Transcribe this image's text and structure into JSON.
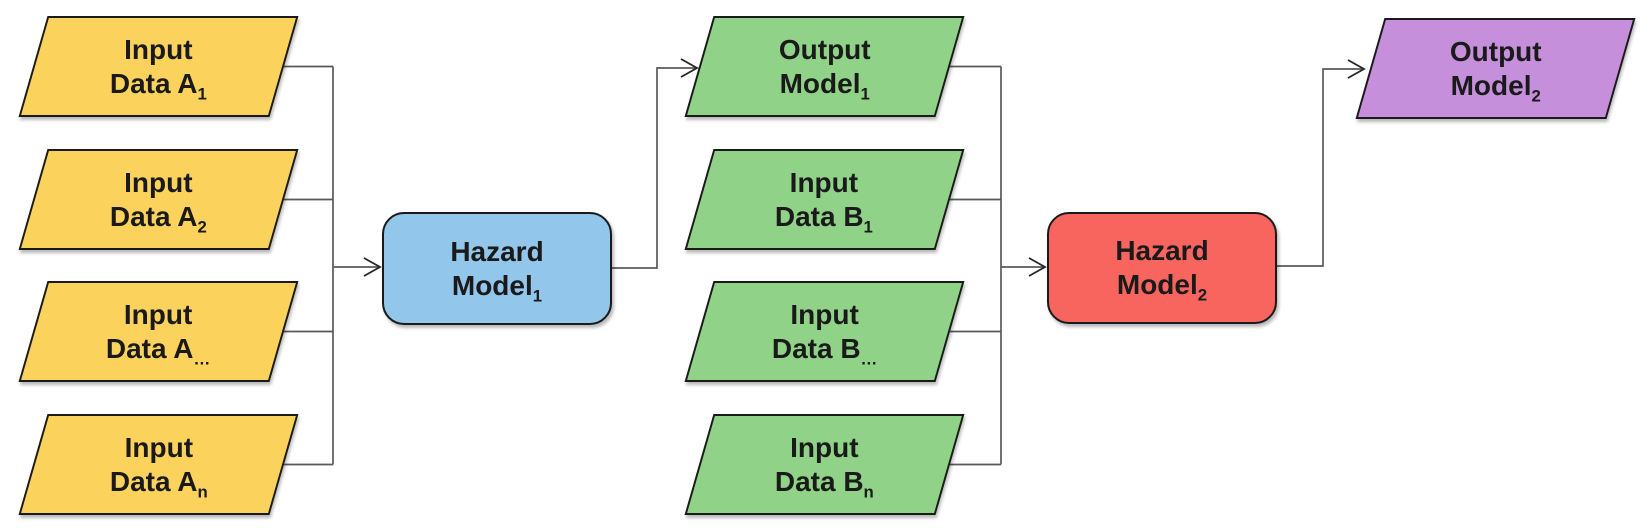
{
  "diagram": {
    "background_color": "#ffffff",
    "border_color": "#1a1a1a",
    "connector_color": "#595959",
    "arrowhead_color": "#262626",
    "text_color": "#1a1a1a",
    "nodes": [
      {
        "id": "input-data-a1",
        "shape": "parallelogram",
        "fill": "#FBD35C",
        "lines": [
          {
            "text": "Input",
            "sub": ""
          },
          {
            "text": "Data A",
            "sub": "1"
          }
        ]
      },
      {
        "id": "input-data-a2",
        "shape": "parallelogram",
        "fill": "#FBD35C",
        "lines": [
          {
            "text": "Input",
            "sub": ""
          },
          {
            "text": "Data A",
            "sub": "2"
          }
        ]
      },
      {
        "id": "input-data-a-ellipsis",
        "shape": "parallelogram",
        "fill": "#FBD35C",
        "lines": [
          {
            "text": "Input",
            "sub": ""
          },
          {
            "text": "Data A",
            "sub": "…"
          }
        ]
      },
      {
        "id": "input-data-an",
        "shape": "parallelogram",
        "fill": "#FBD35C",
        "lines": [
          {
            "text": "Input",
            "sub": ""
          },
          {
            "text": "Data A",
            "sub": "n"
          }
        ]
      },
      {
        "id": "hazard-model-1",
        "shape": "rounded",
        "fill": "#92C6EA",
        "lines": [
          {
            "text": "Hazard",
            "sub": ""
          },
          {
            "text": "Model",
            "sub": "1"
          }
        ]
      },
      {
        "id": "output-model-1",
        "shape": "parallelogram",
        "fill": "#90D287",
        "lines": [
          {
            "text": "Output",
            "sub": ""
          },
          {
            "text": "Model",
            "sub": "1"
          }
        ]
      },
      {
        "id": "input-data-b1",
        "shape": "parallelogram",
        "fill": "#90D287",
        "lines": [
          {
            "text": "Input",
            "sub": ""
          },
          {
            "text": "Data B",
            "sub": "1"
          }
        ]
      },
      {
        "id": "input-data-b-ellipsis",
        "shape": "parallelogram",
        "fill": "#90D287",
        "lines": [
          {
            "text": "Input",
            "sub": ""
          },
          {
            "text": "Data B",
            "sub": "…"
          }
        ]
      },
      {
        "id": "input-data-bn",
        "shape": "parallelogram",
        "fill": "#90D287",
        "lines": [
          {
            "text": "Input",
            "sub": ""
          },
          {
            "text": "Data B",
            "sub": "n"
          }
        ]
      },
      {
        "id": "hazard-model-2",
        "shape": "rounded",
        "fill": "#F8655F",
        "lines": [
          {
            "text": "Hazard",
            "sub": ""
          },
          {
            "text": "Model",
            "sub": "2"
          }
        ]
      },
      {
        "id": "output-model-2",
        "shape": "parallelogram",
        "fill": "#C58FDC",
        "lines": [
          {
            "text": "Output",
            "sub": ""
          },
          {
            "text": "Model",
            "sub": "2"
          }
        ]
      }
    ],
    "edges": [
      {
        "from": "input-data-a1",
        "to": "hazard-model-1"
      },
      {
        "from": "input-data-a2",
        "to": "hazard-model-1"
      },
      {
        "from": "input-data-a-ellipsis",
        "to": "hazard-model-1"
      },
      {
        "from": "input-data-an",
        "to": "hazard-model-1"
      },
      {
        "from": "hazard-model-1",
        "to": "output-model-1"
      },
      {
        "from": "output-model-1",
        "to": "hazard-model-2"
      },
      {
        "from": "input-data-b1",
        "to": "hazard-model-2"
      },
      {
        "from": "input-data-b-ellipsis",
        "to": "hazard-model-2"
      },
      {
        "from": "input-data-bn",
        "to": "hazard-model-2"
      },
      {
        "from": "hazard-model-2",
        "to": "output-model-2"
      }
    ]
  }
}
